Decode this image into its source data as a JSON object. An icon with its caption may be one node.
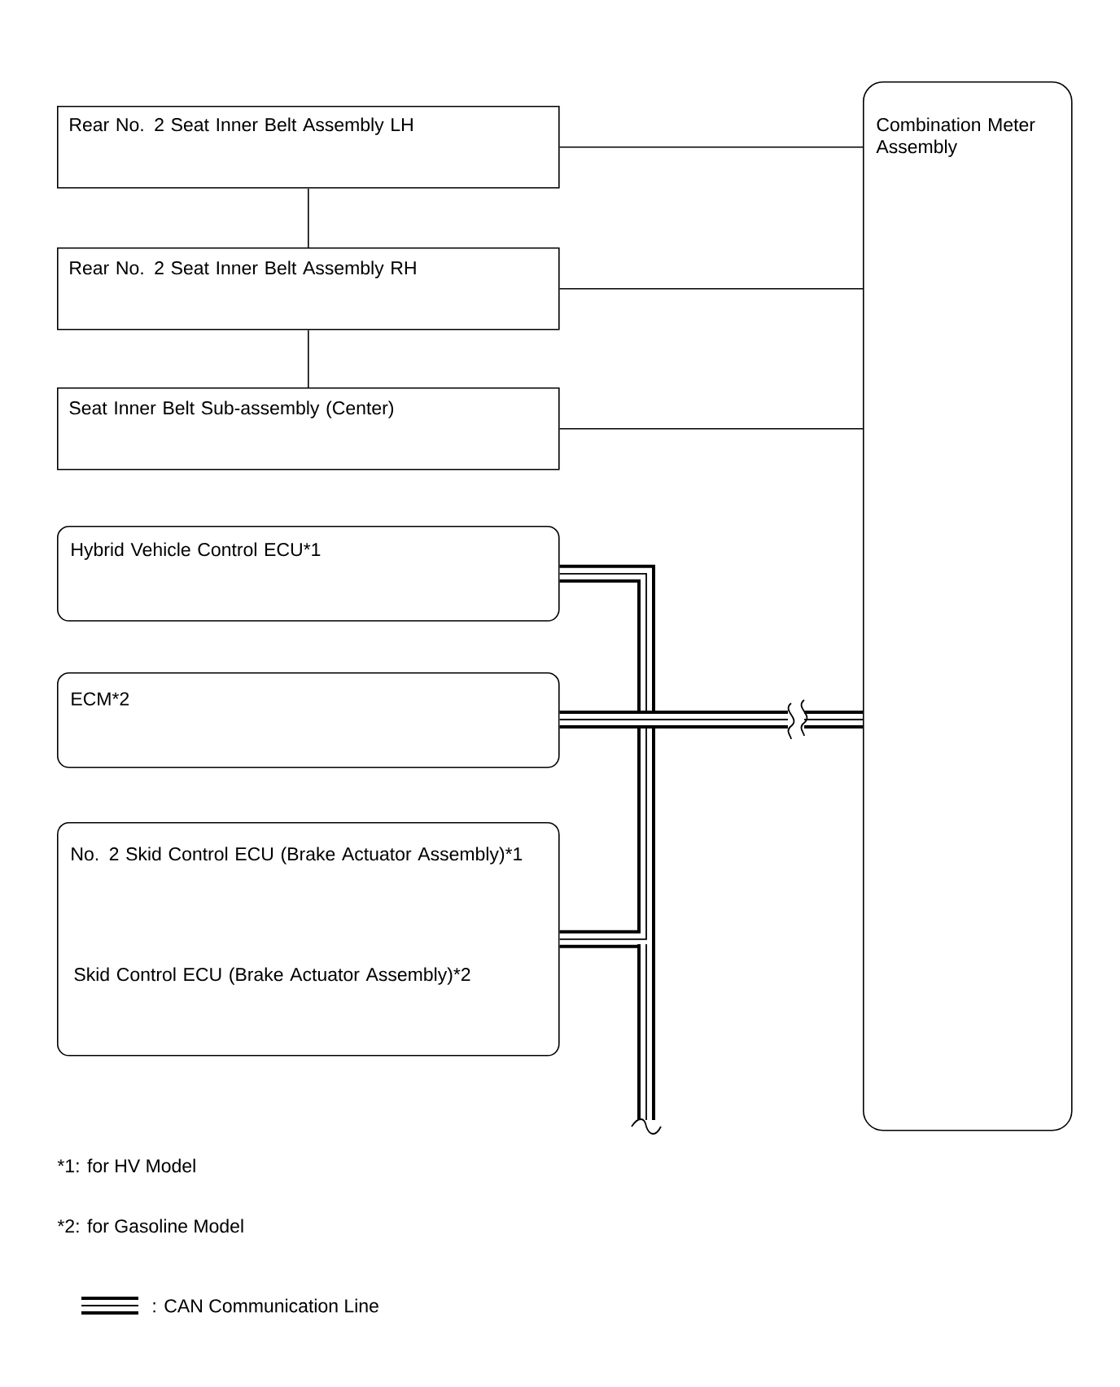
{
  "diagram": {
    "nodes": [
      {
        "text": [
          "Rear No. 2 Seat Inner Belt Assembly LH"
        ]
      },
      {
        "text": [
          "Rear No. 2 Seat Inner Belt Assembly RH"
        ]
      },
      {
        "text": [
          "Seat Inner Belt Sub-assembly (Center)"
        ]
      },
      {
        "text": [
          "Hybrid Vehicle Control ECU*1"
        ]
      },
      {
        "text": [
          "ECM*2"
        ]
      },
      {
        "text": [
          "No. 2 Skid Control ECU (Brake Actuator Assembly)*1",
          "Skid Control ECU (Brake Actuator Assembly)*2"
        ]
      },
      {
        "text": [
          "Combination Meter Assembly"
        ]
      }
    ],
    "edges": [
      {
        "from": 0,
        "to": 1,
        "arrow": "none"
      },
      {
        "from": 1,
        "to": 2,
        "arrow": "none"
      },
      {
        "from": 0,
        "to": 6,
        "arrow": "none"
      },
      {
        "from": 1,
        "to": 6,
        "arrow": "none"
      },
      {
        "from": 2,
        "to": 6,
        "arrow": "none"
      },
      {
        "from": 3,
        "to": 6,
        "arrow": "none",
        "style": "thick"
      },
      {
        "from": 4,
        "to": 6,
        "arrow": "none",
        "style": "thick"
      },
      {
        "from": 5,
        "to": 6,
        "arrow": "none",
        "style": "thick"
      }
    ],
    "labels": [
      "*1: for HV Model",
      "*2: for Gasoline Model"
    ],
    "legend": [
      {
        "text": ": CAN Communication Line"
      }
    ]
  }
}
